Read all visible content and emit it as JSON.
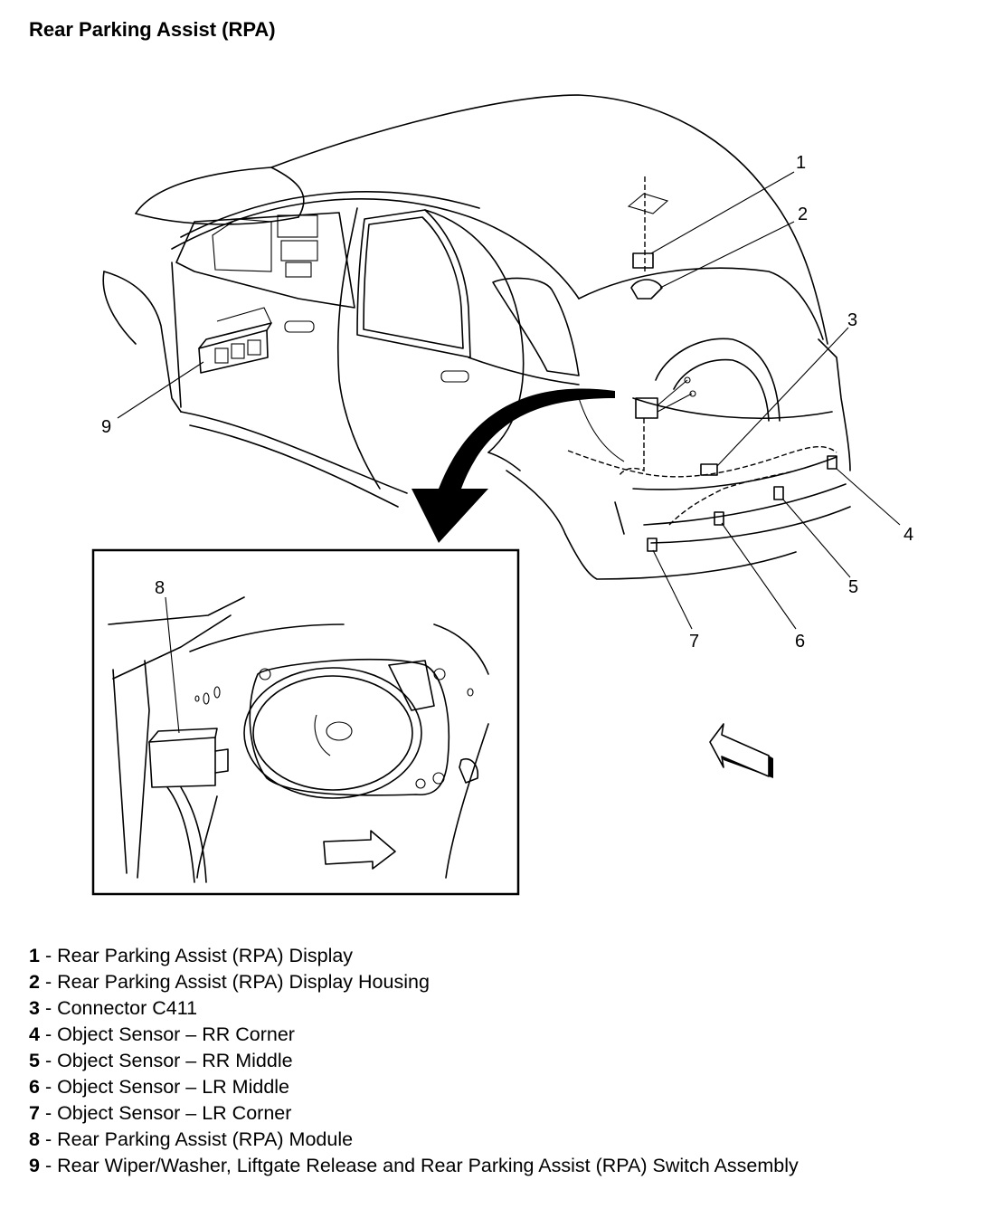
{
  "title": "Rear Parking Assist (RPA)",
  "callouts": [
    "1",
    "2",
    "3",
    "4",
    "5",
    "6",
    "7",
    "8",
    "9"
  ],
  "legend": [
    {
      "num": "1",
      "sep": " - ",
      "text": "Rear Parking Assist (RPA) Display"
    },
    {
      "num": "2",
      "sep": " - ",
      "text": "Rear Parking Assist (RPA) Display Housing"
    },
    {
      "num": "3",
      "sep": " - ",
      "text": "Connector C411"
    },
    {
      "num": "4",
      "sep": " - ",
      "text": "Object Sensor – RR Corner"
    },
    {
      "num": "5",
      "sep": " - ",
      "text": "Object Sensor – RR Middle"
    },
    {
      "num": "6",
      "sep": " - ",
      "text": "Object Sensor – LR Middle"
    },
    {
      "num": "7",
      "sep": " - ",
      "text": "Object Sensor – LR Corner"
    },
    {
      "num": "8",
      "sep": " - ",
      "text": "Rear Parking Assist (RPA) Module"
    },
    {
      "num": "9",
      "sep": " - ",
      "text": "Rear Wiper/Washer, Liftgate Release and Rear Parking Assist (RPA) Switch Assembly"
    }
  ]
}
